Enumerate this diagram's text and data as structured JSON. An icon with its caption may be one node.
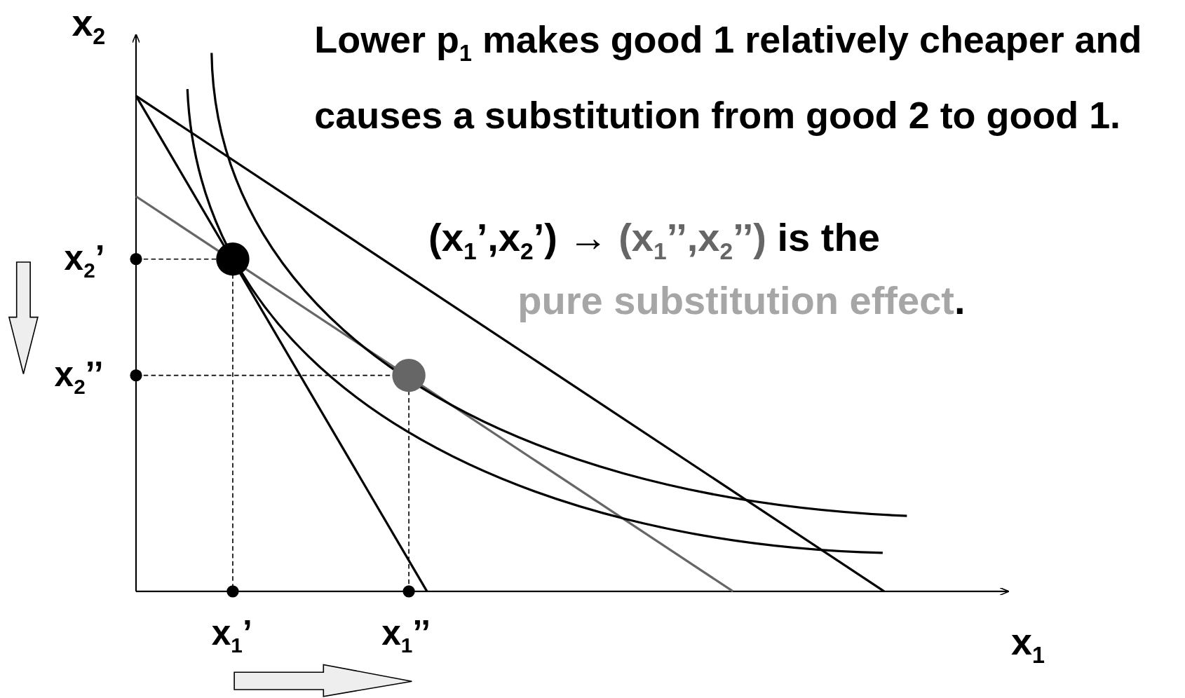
{
  "diagram": {
    "labels": [
      "x$_{2}$",
      "Lower p$_{1}$ makes good 1 relatively cheaper and causes a substitution from good 2 to good 1.",
      "(x$_{1}$’,x$_{2}$’) →",
      "(x$_{1}$’’,x$_{2}$’’)",
      "is the",
      "pure substitution effect",
      ".",
      "x$_{2}$’",
      "x$_{2}$’’",
      "x$_{1}$’",
      "x$_{1}$’’",
      "x$_{1}$"
    ]
  }
}
